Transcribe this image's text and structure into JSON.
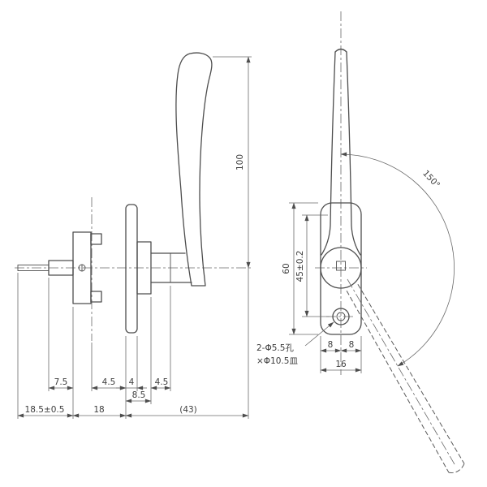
{
  "drawing": {
    "background": "#ffffff",
    "line_color": "#4d4d4d",
    "side_view": {
      "dim_height": "100",
      "dim_spindle_protrusion": "7.5",
      "dim_rose_offset": "4.5",
      "dim_plate_thickness": "4",
      "dim_neck": "4.5",
      "dim_boss": "8.5",
      "dim_spindle_total": "18.5±0.5",
      "dim_rose_depth": "18",
      "dim_overall": "(43)"
    },
    "front_view": {
      "dim_plate_height": "60",
      "dim_hole_pitch": "45±0.2",
      "dim_half_width_left": "8",
      "dim_half_width_right": "8",
      "dim_plate_width": "16",
      "dim_swing_angle": "150°",
      "hole_note_line1": "2-Φ5.5孔",
      "hole_note_line2": "×Φ10.5皿"
    }
  }
}
